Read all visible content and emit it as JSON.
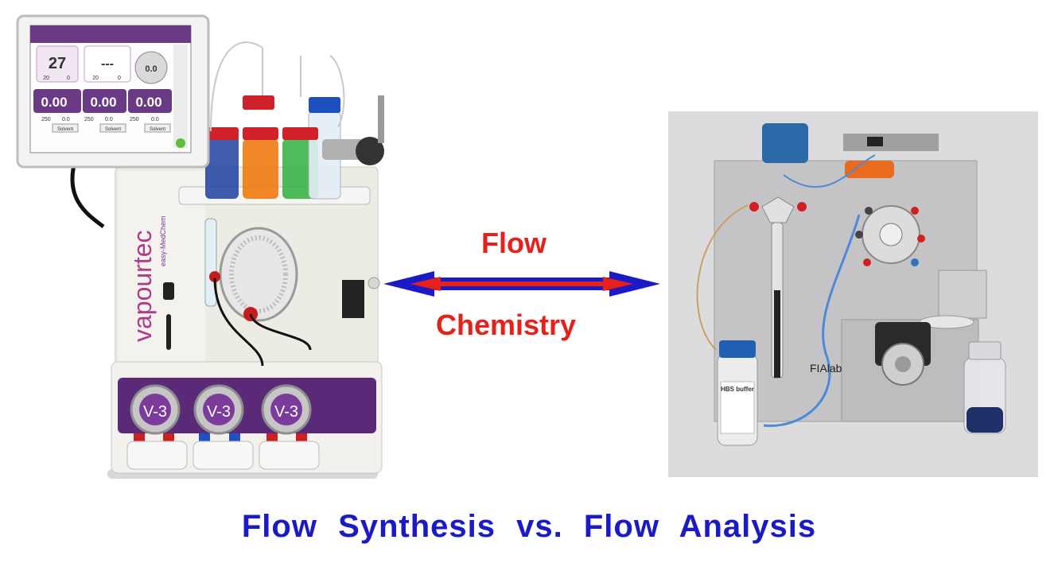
{
  "left_instrument": {
    "brand": "vapourtec",
    "model": "easy-MedChem",
    "screen_value_main": "27",
    "screen_value_dash": "---",
    "screen_value_small": "0.0",
    "screen_row_values": [
      "20",
      "0",
      "20",
      "0"
    ],
    "pump_readouts": [
      "0.00",
      "0.00",
      "0.00"
    ],
    "pump_sub_values": [
      "250",
      "0.0",
      "250",
      "0.0",
      "250",
      "0.0"
    ],
    "pump_buttons": [
      "Solvent",
      "Solvent",
      "Solvent"
    ],
    "pump_badges": [
      "V-3",
      "V-3",
      "V-3"
    ]
  },
  "right_instrument": {
    "brand": "FIAlab",
    "bottle_label": "HBS buffer"
  },
  "arrow_label_top": "Flow",
  "arrow_label_bottom": "Chemistry",
  "title": "Flow Synthesis vs. Flow Analysis",
  "colors": {
    "label_red": "#e8201a",
    "title_blue": "#1a1ac8",
    "arrow_blue": "#1a1ac8",
    "arrow_red": "#e8201a",
    "purple": "#5a2a78",
    "backdrop_gray": "#dcdcde"
  }
}
